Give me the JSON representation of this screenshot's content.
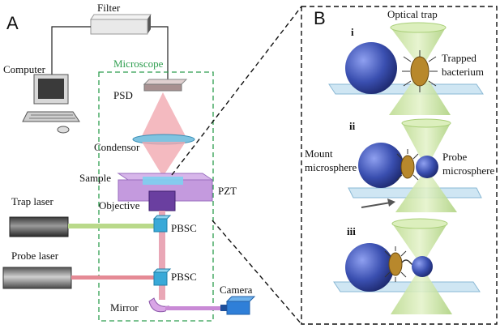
{
  "panel_a": {
    "letter": "A",
    "labels": {
      "filter": "Filter",
      "computer": "Computer",
      "microscope": "Microscope",
      "psd": "PSD",
      "condensor": "Condensor",
      "sample": "Sample",
      "objective": "Objective",
      "pzt": "PZT",
      "trap_laser": "Trap laser",
      "probe_laser": "Probe laser",
      "pbsc_1": "PBSC",
      "pbsc_2": "PBSC",
      "camera": "Camera",
      "mirror": "Mirror"
    }
  },
  "panel_b": {
    "letter": "B",
    "optical_trap": "Optical trap",
    "panels": [
      {
        "numeral": "i",
        "labels": [
          "Trapped",
          "bacterium"
        ]
      },
      {
        "numeral": "ii",
        "labels": [
          "Mount",
          "microsphere",
          "Probe",
          "microsphere"
        ]
      },
      {
        "numeral": "iii",
        "labels": []
      }
    ]
  },
  "colors": {
    "microscope_box": "#2e9e4f",
    "trap_beam": "#b9d98a",
    "probe_beam": "#e58a95",
    "camera_beam": "#c98ad6",
    "sphere": "#3a4fb0",
    "cone": "#c7e3a0",
    "stage": "#b98cd6",
    "pbsc": "#39a9d8"
  }
}
